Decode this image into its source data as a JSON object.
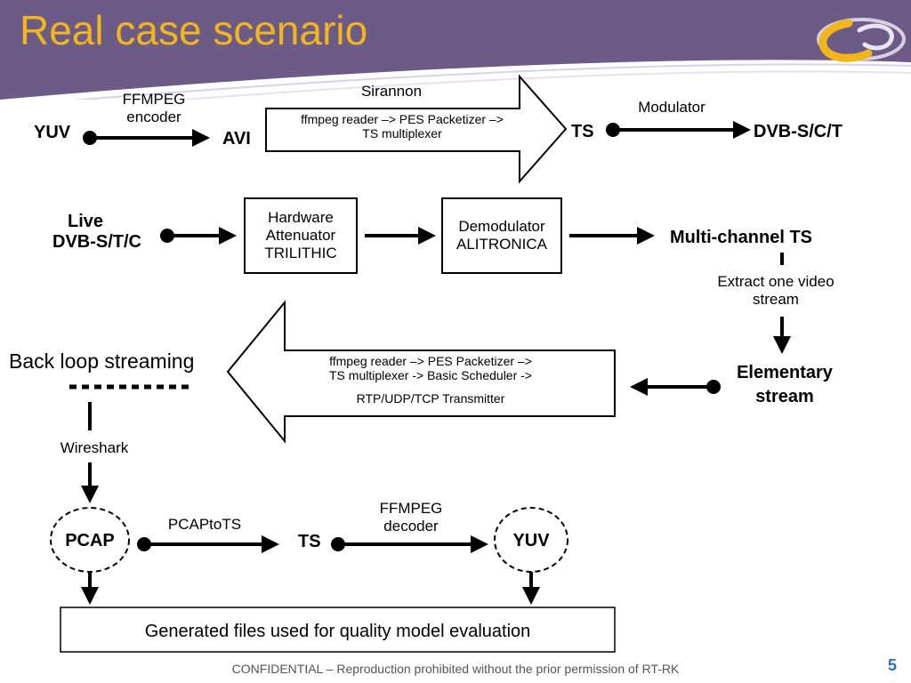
{
  "slide": {
    "title": "Real case scenario",
    "footer": "CONFIDENTIAL – Reproduction prohibited without the prior permission of RT-RK",
    "page_number": "5"
  },
  "row1": {
    "yuv": "YUV",
    "encoder_line1": "FFMPEG",
    "encoder_line2": "encoder",
    "avi": "AVI",
    "sirannon": "Sirannon",
    "pipeline_line1": "ffmpeg reader –> PES Packetizer –>",
    "pipeline_line2": "TS multiplexer",
    "ts": "TS",
    "modulator": "Modulator",
    "dvb": "DVB-S/C/T"
  },
  "row2": {
    "live_line1": "Live",
    "live_line2": "DVB-S/T/C",
    "attenuator_line1": "Hardware",
    "attenuator_line2": "Attenuator",
    "attenuator_line3": "TRILITHIC",
    "demod_line1": "Demodulator",
    "demod_line2": "ALITRONICA",
    "multichannel": "Multi-channel TS",
    "extract_line1": "Extract one video",
    "extract_line2": "stream"
  },
  "row3": {
    "backloop": "Back loop streaming",
    "pipeline_line1": "ffmpeg reader –> PES Packetizer –>",
    "pipeline_line2": "TS multiplexer -> Basic Scheduler ->",
    "pipeline_line3": "RTP/UDP/TCP Transmitter",
    "elementary_line1": "Elementary",
    "elementary_line2": "stream",
    "wireshark": "Wireshark"
  },
  "row4": {
    "pcap": "PCAP",
    "pcaptots": "PCAPtoTS",
    "ts": "TS",
    "decoder_line1": "FFMPEG",
    "decoder_line2": "decoder",
    "yuv": "YUV",
    "generated": "Generated files used for quality model evaluation"
  },
  "colors": {
    "header_purple": "#6b5b86",
    "title_gold": "#f2b51c",
    "page_number_blue": "#2e6fb5"
  }
}
